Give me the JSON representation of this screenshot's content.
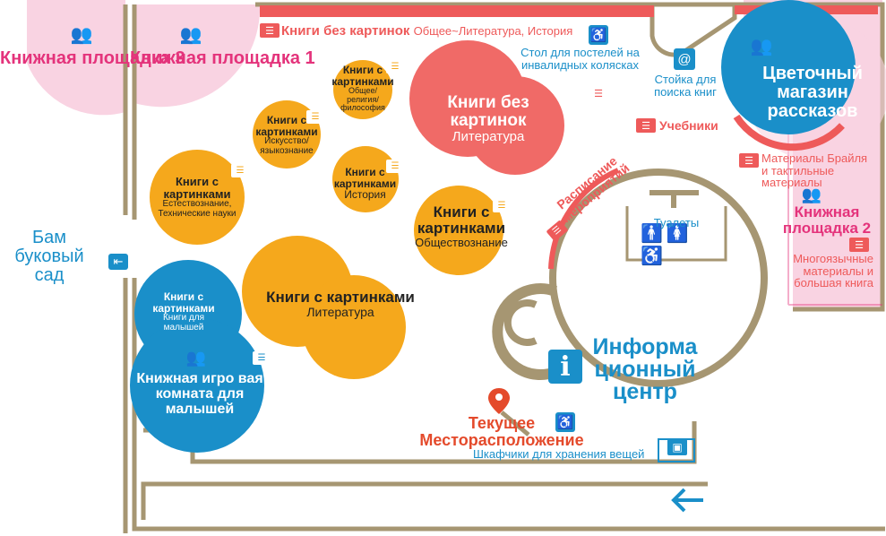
{
  "colors": {
    "pink": "#e4337b",
    "pink_light": "#f9d3e2",
    "orange": "#f5a81c",
    "coral": "#f06a67",
    "blue": "#1a8fc9",
    "wall": "#a69672",
    "red_stripe": "#ee5a5a"
  },
  "map": {
    "areas": {
      "book_area_3": "Книжная площадка 3",
      "book_area_1": "Книжная площадка 1",
      "book_area_2": "Книжная площадка 2",
      "bamboo_garden": "Бам буковый сад",
      "story_shop": "Цветочный магазин рассказов",
      "info_center": "Информа ционный центр",
      "toddler_room": "Книжная игро вая комната для малышей",
      "current_location_line1": "Текущее",
      "current_location_line2": "Месторасположение"
    },
    "shelves": {
      "top_strip_title": "Книги без картинок",
      "top_strip_sub": "Общее~Литература, История",
      "wheelchair_desk_l1": "Стол для постелей на",
      "wheelchair_desk_l2": "инвалидных колясках",
      "search_stand_l1": "Стойка для",
      "search_stand_l2": "поиска книг",
      "textbooks": "Учебники",
      "braille_l1": "Материалы Брайля",
      "braille_l2": "и тактильные",
      "braille_l3": "материалы",
      "multilang_l1": "Многоязычные",
      "multilang_l2": "материалы и",
      "multilang_l3": "большая книга",
      "event_schedule": "Расписание мероприятий",
      "toilets": "Туалеты",
      "lockers": "Шкафчики для хранения вещей"
    },
    "circles": {
      "nolit_l1": "Книги без",
      "nolit_l2": "картинок",
      "nolit_l3": "Литература",
      "pic_lit_l1": "Книги с картинками",
      "pic_lit_l2": "Литература",
      "pic_soc_l1": "Книги с",
      "pic_soc_l2": "картинками",
      "pic_soc_l3": "Обществознание",
      "pic_sci_l1": "Книги с",
      "pic_sci_l2": "картинками",
      "pic_sci_l3": "Естествознание,",
      "pic_sci_l4": "Технические науки",
      "pic_art_l1": "Книги с",
      "pic_art_l2": "картинками",
      "pic_art_l3": "Искусство/",
      "pic_art_l4": "языкознание",
      "pic_gen_l1": "Книги с",
      "pic_gen_l2": "картинками",
      "pic_gen_l3": "Общее/",
      "pic_gen_l4": "религия/",
      "pic_gen_l5": "философия",
      "pic_hist_l1": "Книги с",
      "pic_hist_l2": "картинками",
      "pic_hist_l3": "История",
      "pic_kids_l1": "Книги с",
      "pic_kids_l2": "картинками",
      "pic_kids_l3": "Книги для",
      "pic_kids_l4": "малышей"
    },
    "icons": [
      "people-icon",
      "book-icon",
      "wheelchair-icon",
      "search-at-icon",
      "toilet-icon",
      "info-icon",
      "location-pin-icon",
      "locker-icon",
      "exit-icon",
      "arrow-left-icon"
    ]
  }
}
